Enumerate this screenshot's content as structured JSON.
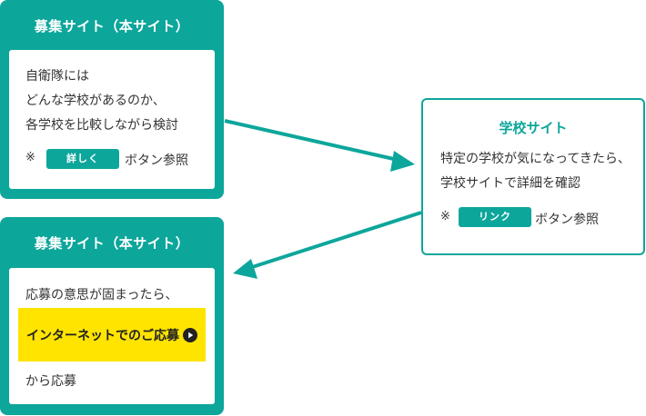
{
  "recruit_top": {
    "title": "募集サイト（本サイト）",
    "lines": [
      "自衛隊には",
      "どんな学校があるのか、",
      "各学校を比較しながら検討"
    ],
    "note_mark": "※",
    "button_label": "詳しく",
    "note_suffix": "ボタン参照"
  },
  "school": {
    "title": "学校サイト",
    "lines": [
      "特定の学校が気になってきたら、",
      "学校サイトで詳細を確認"
    ],
    "note_mark": "※",
    "button_label": "リンク",
    "note_suffix": "ボタン参照"
  },
  "recruit_bottom": {
    "title": "募集サイト（本サイト）",
    "line_before": "応募の意思が固まったら、",
    "cta_label": "インターネットでのご応募",
    "cta_icon": "play-circle-icon",
    "line_after": "から応募"
  },
  "colors": {
    "teal": "#0da69b",
    "cta_yellow": "#ffe400",
    "text": "#333333"
  }
}
